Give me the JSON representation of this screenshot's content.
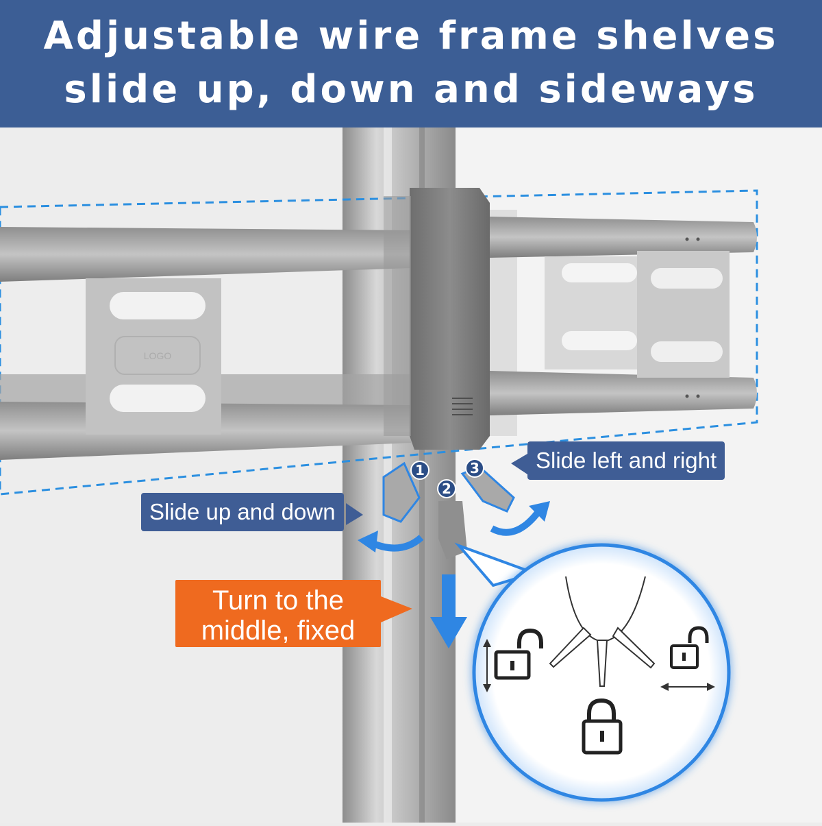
{
  "banner": {
    "line1": "Adjustable wire frame shelves",
    "line2": "slide up, down and sideways"
  },
  "callouts": {
    "slide_up_down": "Slide up and down",
    "slide_left_right": "Slide left and right",
    "turn_middle": "Turn to the middle, fixed"
  },
  "steps": [
    "1",
    "2",
    "3"
  ],
  "shelf_logos": [
    "LOGO"
  ],
  "icons": {
    "up_down_unlocked": "unlocked-padlock-icon",
    "left_right_unlocked": "unlocked-padlock-icon",
    "fixed_locked": "locked-padlock-icon"
  },
  "colors": {
    "banner": "#3c5e95",
    "callout_blue": "#3f5d95",
    "callout_orange": "#ef6a1f",
    "guide_dash": "#2b8fe0",
    "arrow_blue": "#2f86e3"
  }
}
